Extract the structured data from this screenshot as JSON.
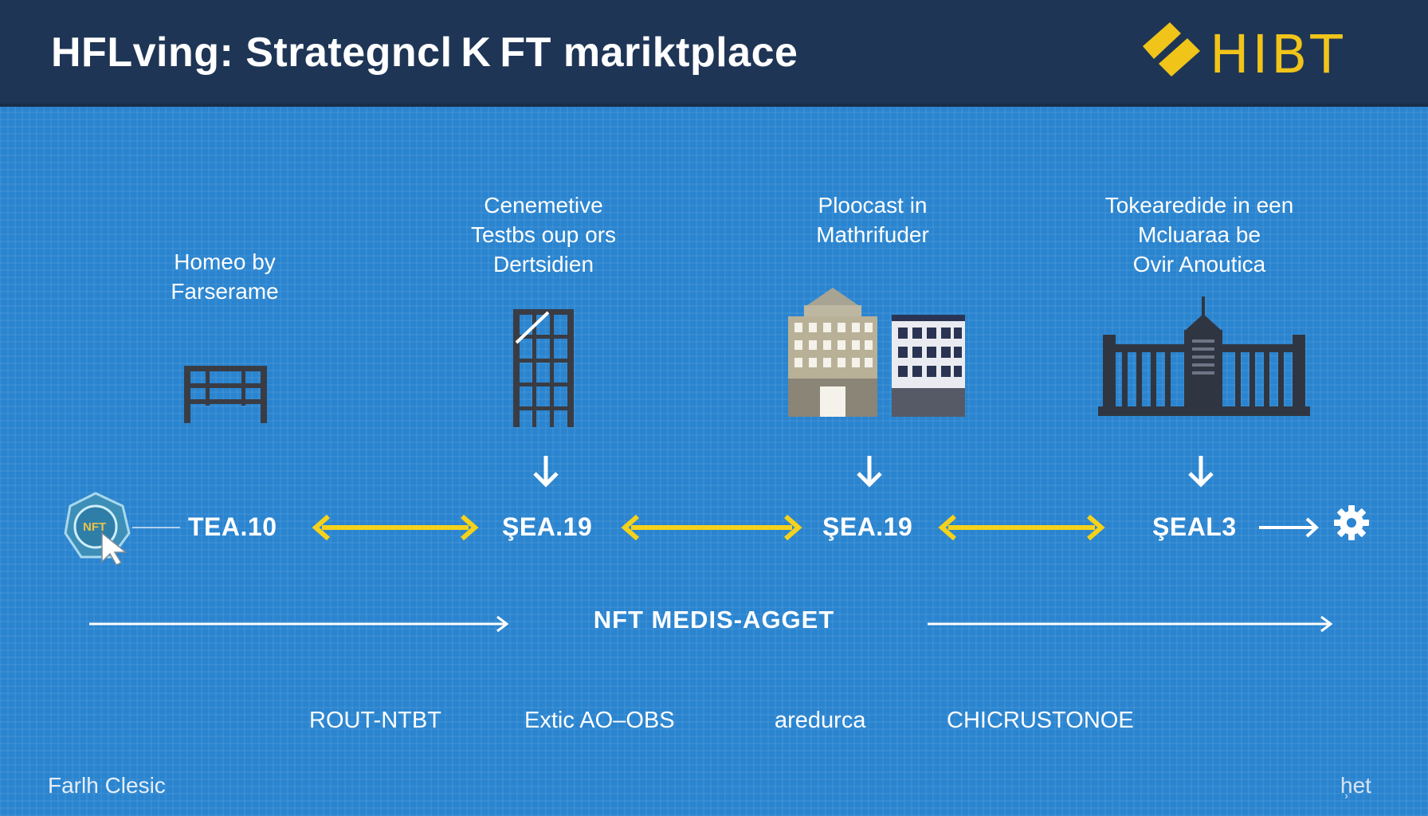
{
  "header": {
    "title": "HFLving: Strategncl K FT mariktplace",
    "logo_text": "HIBT",
    "colors": {
      "background": "#1e3556",
      "logo": "#f0c419"
    }
  },
  "canvas": {
    "background": "#2a84cf",
    "arrow_yellow": "#f5d21b"
  },
  "nodes": [
    {
      "label": "Homeo by\nFarserame",
      "icon": "gate-icon"
    },
    {
      "label": "Cenemetive\nTestbs oup ors\nDertsidien",
      "icon": "grid-tower-icon"
    },
    {
      "label": "Ploocast  in\nMathrifuder",
      "icon": "office-buildings-icon"
    },
    {
      "label": "Tokearedide in een\nMcluaraa be\nOvir Anoutica",
      "icon": "government-building-icon"
    }
  ],
  "timeline": {
    "start_icon": "nft-badge-icon",
    "start_badge_text": "NFT",
    "steps": [
      "TEA.10",
      "ŞEA.19",
      "ŞEA.19",
      "ŞEAL3"
    ],
    "end_icon": "gear-icon"
  },
  "caption": "NFT MEDIS-AGGET",
  "bottom_labels": [
    "ROUT-NTBT",
    "Extic AO–OBS",
    "aredurca",
    "CHICRUSTONOE"
  ],
  "footer": {
    "left": "Farlh Clesic",
    "right": "h̹et"
  }
}
